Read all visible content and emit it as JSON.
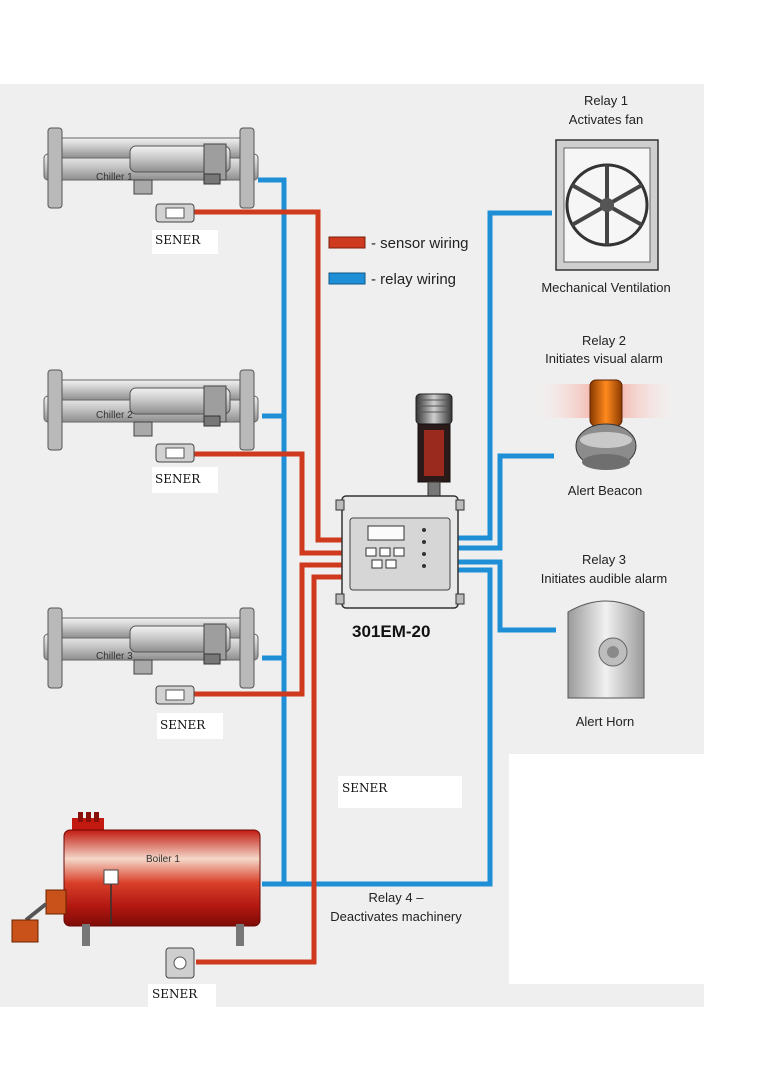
{
  "colors": {
    "sensor_wiring": "#cf3a1e",
    "relay_wiring": "#1e8fd6",
    "panel_bg": "#efefef"
  },
  "legend": {
    "sensor": "- sensor wiring",
    "relay": "- relay wiring"
  },
  "controller": {
    "label": "301EM-20"
  },
  "machines": {
    "chiller1": "Chiller 1",
    "chiller2": "Chiller 2",
    "chiller3": "Chiller 3",
    "boiler1": "Boiler 1"
  },
  "sensor_labels": {
    "s1": "SENER",
    "s2": "SENER",
    "s3": "SENER",
    "s4": "SENER",
    "s5": "SENER"
  },
  "relays": {
    "r1": {
      "title": "Relay 1",
      "action": "Activates fan",
      "device": "Mechanical Ventilation"
    },
    "r2": {
      "title": "Relay 2",
      "action": "Initiates visual alarm",
      "device": "Alert Beacon"
    },
    "r3": {
      "title": "Relay 3",
      "action": "Initiates audible alarm",
      "device": "Alert Horn"
    },
    "r4": {
      "title": "Relay 4 –",
      "action": "Deactivates machinery"
    }
  },
  "icons": [
    "chiller-icon",
    "boiler-icon",
    "sensor-icon",
    "fan-icon",
    "beacon-icon",
    "horn-icon",
    "controller-icon",
    "detector-icon"
  ]
}
